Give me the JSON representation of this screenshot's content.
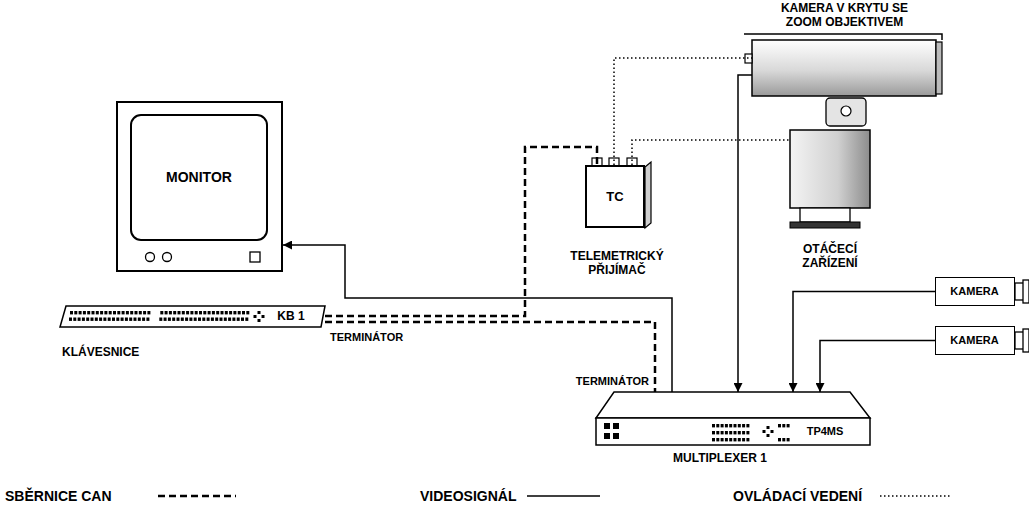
{
  "diagram": {
    "nodes": [
      {
        "text": [
          "MONITOR"
        ]
      },
      {
        "text": [
          "KB 1",
          "KLÁVESNICE"
        ]
      },
      {
        "text": [
          "TC",
          "TELEMETRICKÝ PŘIJÍMAČ"
        ]
      },
      {
        "text": [
          "KAMERA V KRYTU SE ZOOM OBJEKTIVEM"
        ]
      },
      {
        "text": [
          "OTÁČECÍ ZAŘÍZENÍ"
        ]
      },
      {
        "text": [
          "KAMERA"
        ]
      },
      {
        "text": [
          "KAMERA"
        ]
      },
      {
        "text": [
          "TP4MS",
          "MULTIPLEXER 1"
        ]
      }
    ],
    "edges": [
      {
        "from": 7,
        "to": 0,
        "arrow": "to"
      },
      {
        "from": 3,
        "to": 7,
        "arrow": "to"
      },
      {
        "from": 5,
        "to": 7,
        "arrow": "to"
      },
      {
        "from": 6,
        "to": 7,
        "arrow": "to"
      },
      {
        "from": 1,
        "to": 2,
        "arrow": "none"
      },
      {
        "from": 1,
        "to": 7,
        "arrow": "none"
      },
      {
        "from": 2,
        "to": 3,
        "arrow": "none"
      },
      {
        "from": 2,
        "to": 4,
        "arrow": "none"
      }
    ],
    "labels": [
      "TERMINÁTOR",
      "TERMINÁTOR"
    ],
    "legend": [
      {
        "text": "SBĚRNICE CAN"
      },
      {
        "text": "VIDEOSIGNÁL"
      },
      {
        "text": "OVLÁDACÍ VEDENÍ"
      }
    ]
  }
}
